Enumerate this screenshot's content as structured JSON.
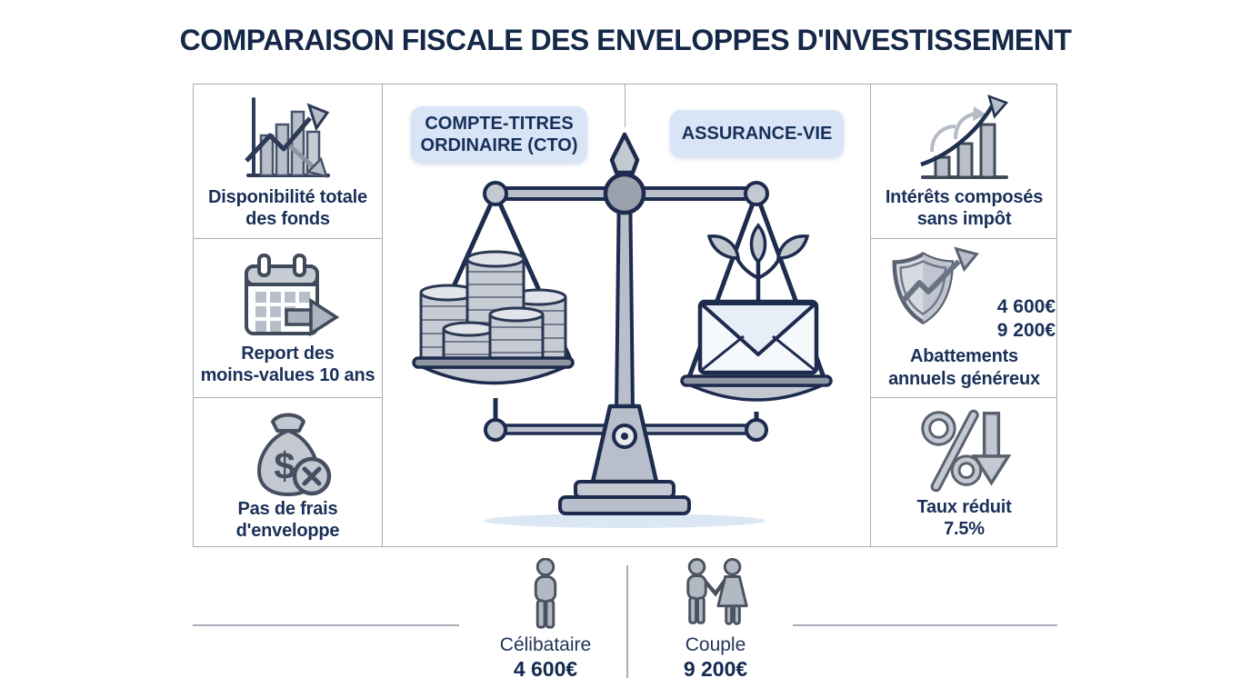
{
  "title": "COMPARAISON FISCALE DES ENVELOPPES D'INVESTISSEMENT",
  "scale": {
    "left_label": "COMPTE-TITRES\nORDINAIRE (CTO)",
    "right_label": "ASSURANCE-VIE",
    "illustration": "balance-scale-coins-vs-envelope-plant"
  },
  "features": {
    "left": [
      {
        "icon": "volatility-chart-icon",
        "label": "Disponibilité totale\ndes fonds"
      },
      {
        "icon": "calendar-carryover-icon",
        "label": "Report des\nmoins-values 10 ans"
      },
      {
        "icon": "no-fees-moneybag-icon",
        "label": "Pas de frais\nd'enveloppe"
      }
    ],
    "right": [
      {
        "icon": "compound-growth-icon",
        "label": "Intérêts composés\nsans impôt"
      },
      {
        "icon": "shield-abattement-icon",
        "label": "Abattements\nannuels généreux",
        "values": [
          "4 600€",
          "9 200€"
        ]
      },
      {
        "icon": "reduced-rate-percent-icon",
        "label": "Taux réduit\n7.5%"
      }
    ]
  },
  "footer": {
    "single": {
      "icon": "single-person-icon",
      "label": "Célibataire",
      "value": "4 600€"
    },
    "couple": {
      "icon": "couple-icon",
      "label": "Couple",
      "value": "9 200€"
    }
  },
  "colors": {
    "title_navy": "#152848",
    "text_navy": "#1b3058",
    "scale_outline_navy": "#1d2b4e",
    "icon_gray": "#b9bfca",
    "icon_outline_gray": "#4a5364",
    "pill_bg": "#d9e5f7",
    "grid_line": "#a6acb5",
    "shadow_blue": "#dbe7f5",
    "background": "#ffffff"
  }
}
